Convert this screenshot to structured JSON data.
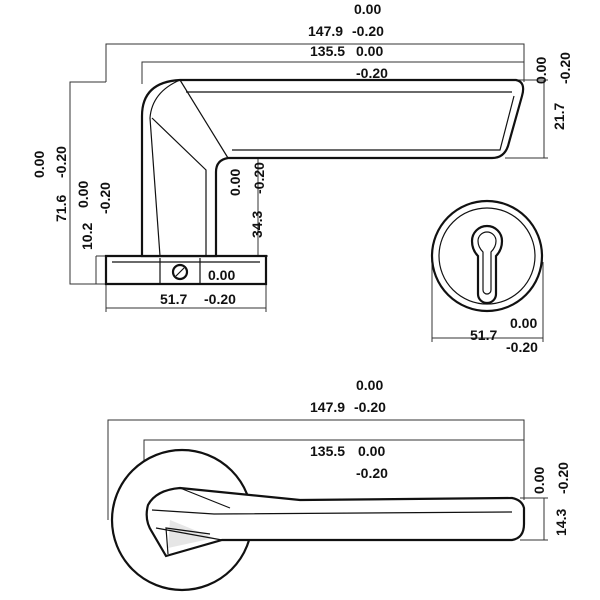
{
  "side_view": {
    "overall_length": {
      "nominal": "147.9",
      "upper_tol": "0.00",
      "lower_tol": "-0.20"
    },
    "lever_length": {
      "nominal": "135.5",
      "upper_tol": "0.00",
      "lower_tol": "-0.20"
    },
    "lever_height": {
      "nominal": "21.7",
      "upper_tol": "0.00",
      "lower_tol": "-0.20"
    },
    "overall_height": {
      "nominal": "71.6",
      "upper_tol": "0.00",
      "lower_tol": "-0.20"
    },
    "rose_thickness": {
      "nominal": "10.2",
      "upper_tol": "0.00",
      "lower_tol": "-0.20"
    },
    "neck_height": {
      "nominal": "34.3",
      "upper_tol": "0.00",
      "lower_tol": "-0.20"
    },
    "rose_width": {
      "nominal": "51.7",
      "upper_tol": "0.00",
      "lower_tol": "-0.20"
    }
  },
  "rose_view": {
    "diameter": {
      "nominal": "51.7",
      "upper_tol": "0.00",
      "lower_tol": "-0.20"
    }
  },
  "top_view": {
    "overall_length": {
      "nominal": "147.9",
      "upper_tol": "0.00",
      "lower_tol": "-0.20"
    },
    "lever_length": {
      "nominal": "135.5",
      "upper_tol": "0.00",
      "lower_tol": "-0.20"
    },
    "lever_width": {
      "nominal": "14.3",
      "upper_tol": "0.00",
      "lower_tol": "-0.20"
    }
  }
}
